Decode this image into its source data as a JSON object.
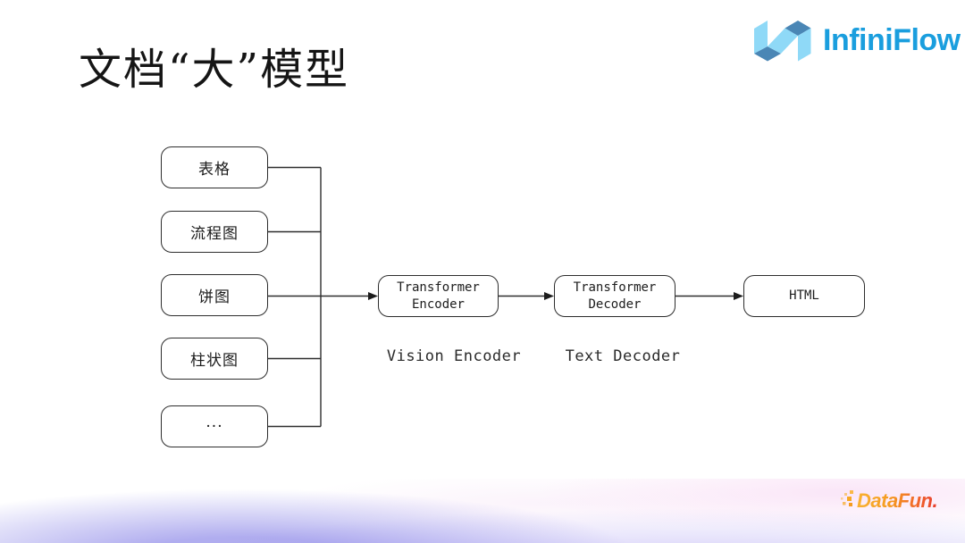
{
  "slide": {
    "title": "文档“大”模型"
  },
  "header": {
    "brand": "InfiniFlow"
  },
  "diagram": {
    "inputs": [
      {
        "label": "表格"
      },
      {
        "label": "流程图"
      },
      {
        "label": "饼图"
      },
      {
        "label": "柱状图"
      },
      {
        "label": "···"
      }
    ],
    "encoder": {
      "box": "Transformer\nEncoder",
      "caption": "Vision Encoder"
    },
    "decoder": {
      "box": "Transformer\nDecoder",
      "caption": "Text Decoder"
    },
    "output": {
      "box": "HTML"
    }
  },
  "footer": {
    "brand": "DataFun."
  },
  "colors": {
    "brand_blue": "#1A9EDE",
    "logo_light_blue": "#8FD9F7",
    "logo_dark_blue": "#4A86B5",
    "datafun_yellow": "#F9B233",
    "datafun_red": "#E63C2F",
    "line_color": "#2D2D2D",
    "wave_purple": "#706AE2",
    "wave_pink": "#F4C6EE"
  }
}
